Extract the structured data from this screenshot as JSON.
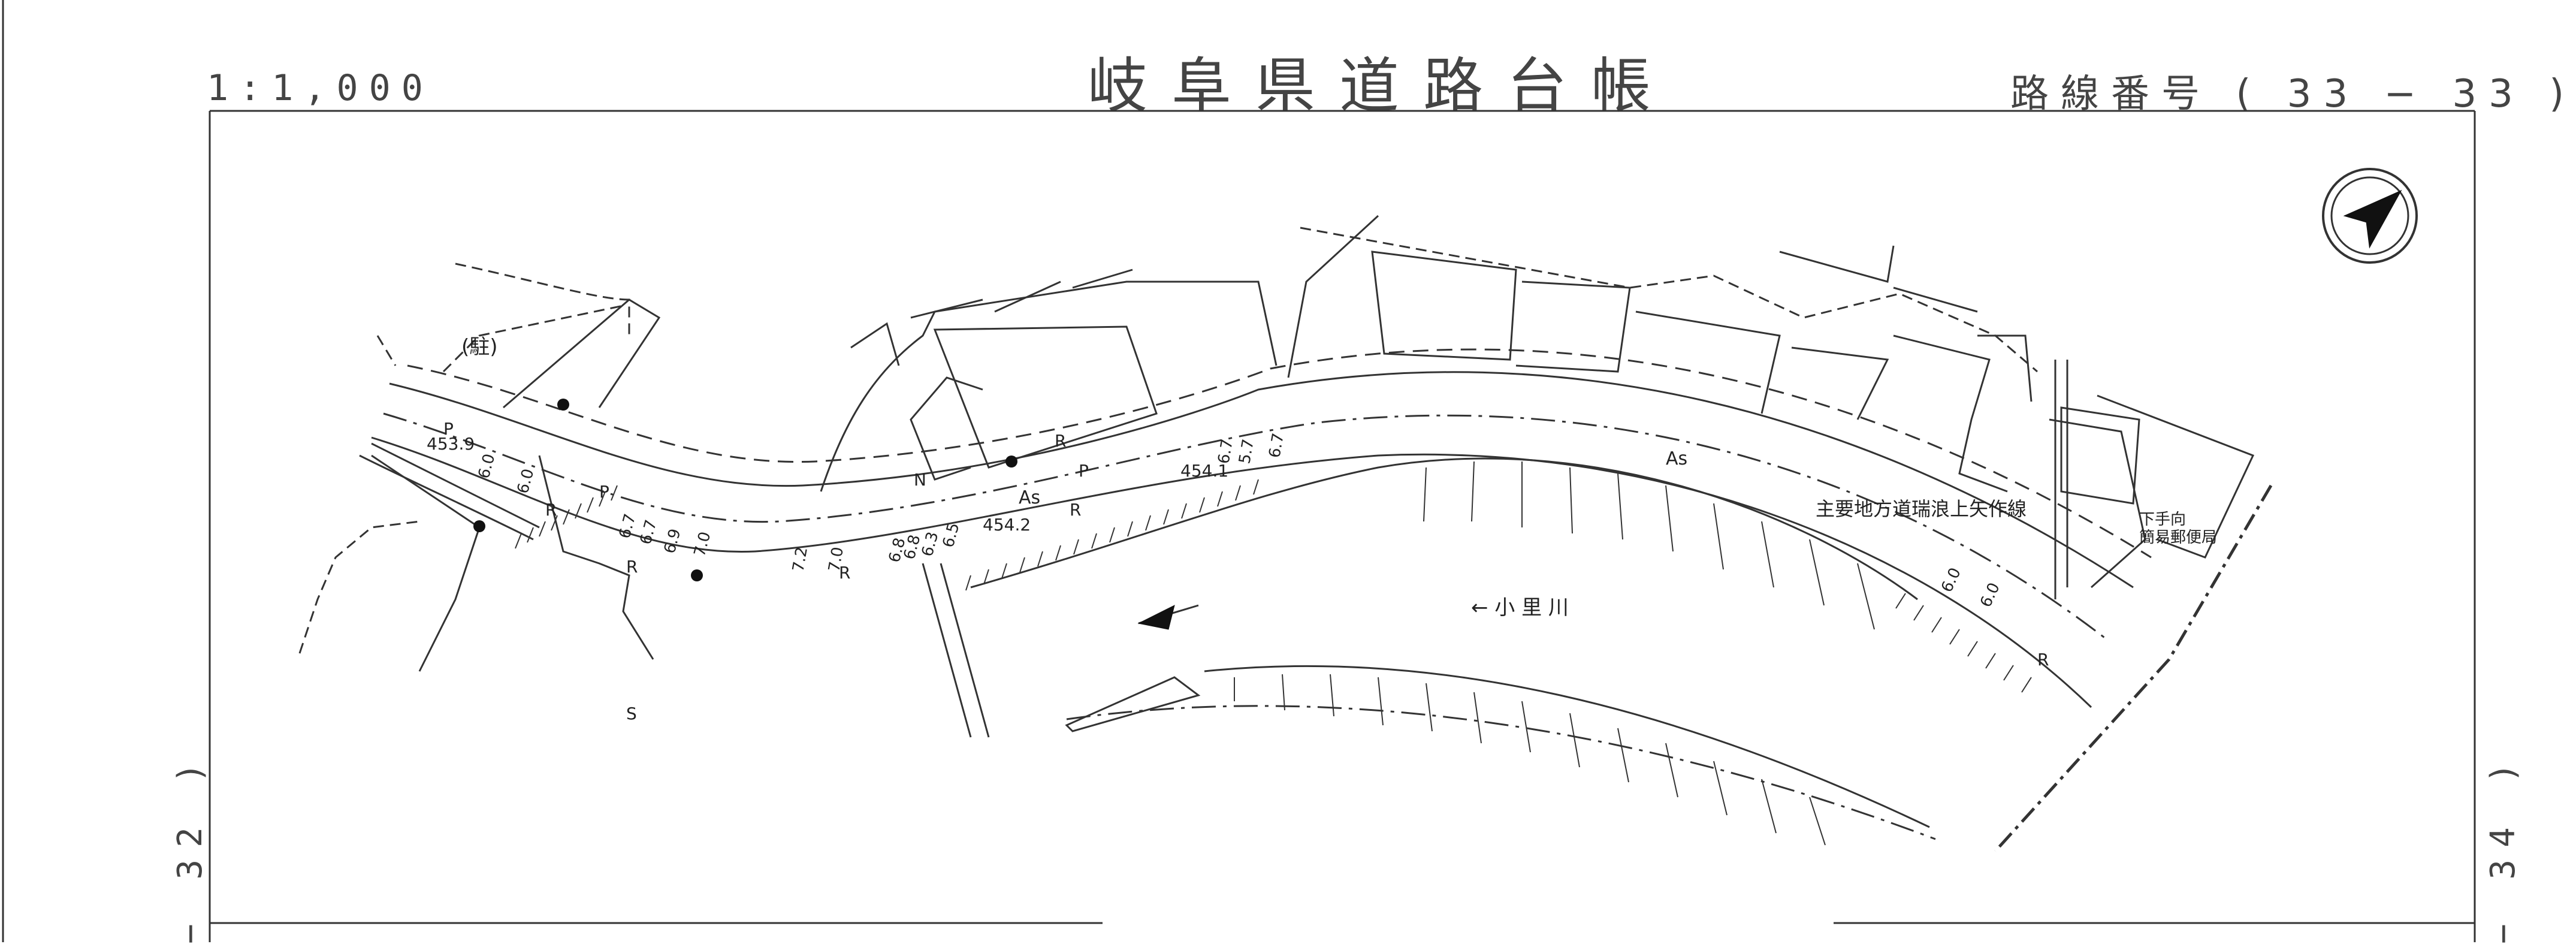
{
  "header": {
    "scale": "1:1,000",
    "title": "岐阜県道路台帳",
    "route_number": "路線番号 ( 33 − 33 )"
  },
  "adjacent_sheets": {
    "left": "− 32 )",
    "right": "− 34 )"
  },
  "map": {
    "labels": {
      "parking": "(駐)",
      "road_name": "主要地方道瑞浪上矢作線",
      "river": "← 小 里 川",
      "post_office_line1": "下手向",
      "post_office_line2": "簡易郵便局",
      "asphalt_1": "As",
      "asphalt_2": "As",
      "elev_1": "453.9",
      "elev_2": "454.1",
      "elev_3": "454.2",
      "p_1": "P",
      "p_2": "P",
      "p_3": "P",
      "r_1": "R",
      "r_2": "R",
      "r_3": "R",
      "r_4": "R",
      "r_5": "R",
      "r_6": "R",
      "n_1": "N",
      "s_1": "S",
      "w_1": "6.0",
      "w_2": "6.0",
      "w_3": "6.7",
      "w_4": "6.7",
      "w_5": "6.9",
      "w_6": "7.0",
      "w_7": "7.2",
      "w_8": "7.0",
      "w_9": "6.8",
      "w_10": "6.8",
      "w_11": "6.3",
      "w_12": "6.5",
      "w_13": "6.7",
      "w_14": "5.7",
      "w_15": "6.7",
      "w_16": "6.0",
      "w_17": "6.0"
    },
    "north_arrow_icon": "north-arrow-icon"
  }
}
